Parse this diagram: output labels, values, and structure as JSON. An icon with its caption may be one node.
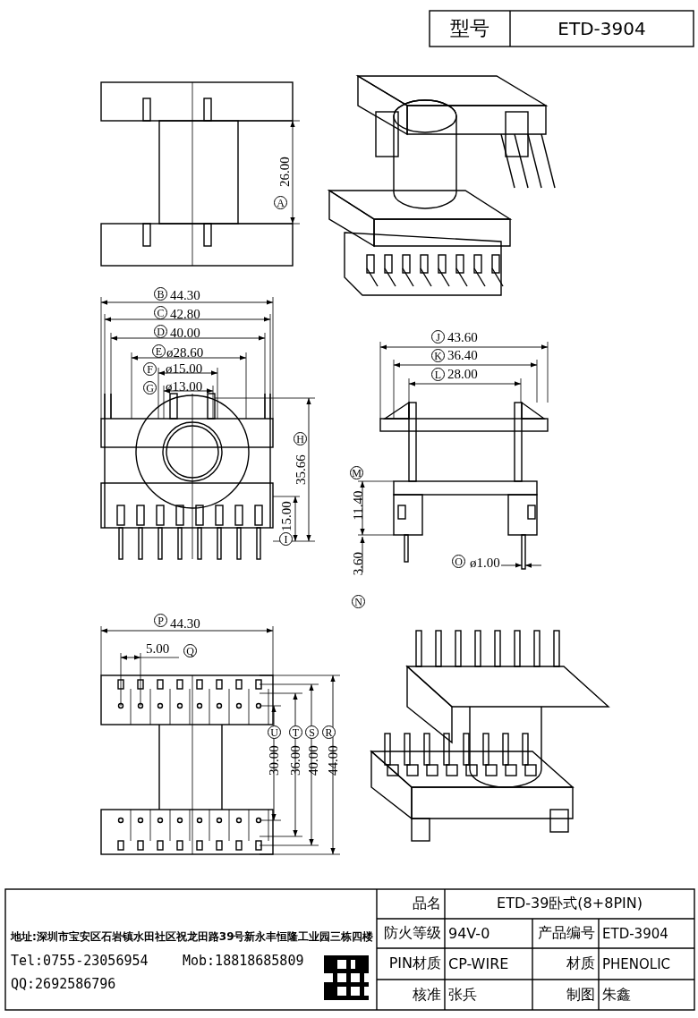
{
  "diagram": {
    "labels": [
      "型号",
      "ETD-3904",
      "26.00",
      "A",
      "B",
      "44.30",
      "C",
      "42.80",
      "D",
      "40.00",
      "E",
      "ø28.60",
      "F",
      "ø15.00",
      "G",
      "ø13.00",
      "H",
      "35.66",
      "15.00",
      "I",
      "J",
      "43.60",
      "K",
      "36.40",
      "L",
      "28.00",
      "M",
      "11.40",
      "3.60",
      "N",
      "O",
      "ø1.00",
      "P",
      "44.30",
      "5.00",
      "Q",
      "U",
      "T",
      "S",
      "R",
      "30.00",
      "36.00",
      "40.00",
      "44.00",
      "地址:深圳市宝安区石岩镇水田社区祝龙田路39号新永丰恒隆工业园三栋四楼",
      "Tel:0755-23056954",
      "Mob:18818685809",
      "QQ:2692586796",
      "品名",
      "ETD-39卧式(8+8PIN)",
      "防火等级",
      "94V-0",
      "产品编号",
      "ETD-3904",
      "PIN材质",
      "CP-WIRE",
      "材质",
      "PHENOLIC",
      "核准",
      "张兵",
      "制图",
      "朱鑫"
    ]
  }
}
